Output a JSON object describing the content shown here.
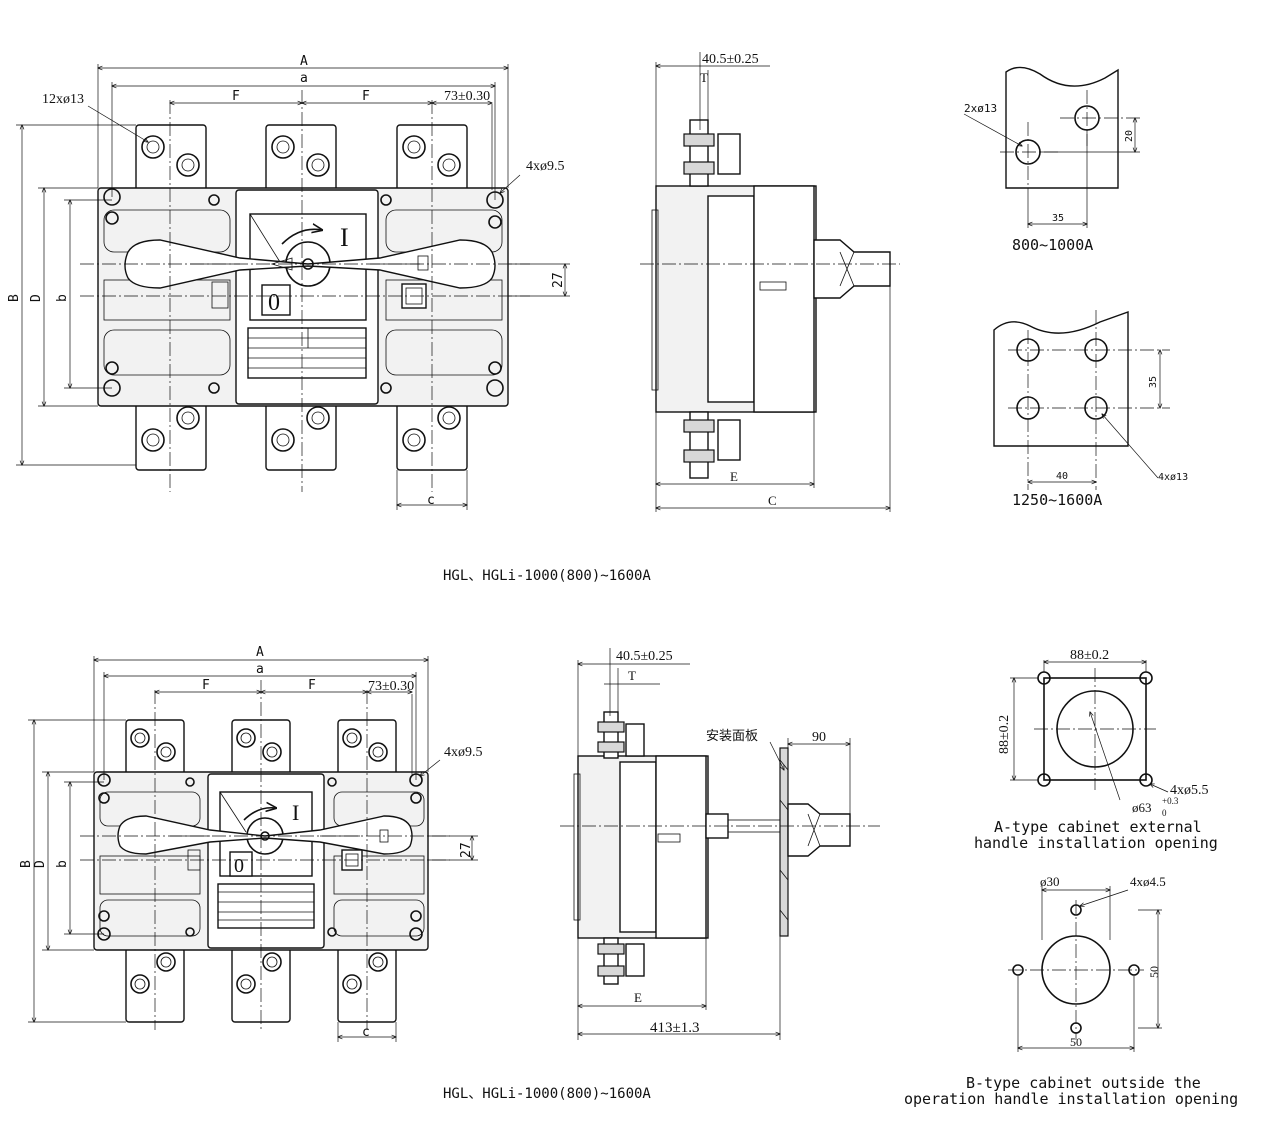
{
  "top": {
    "caption": "HGL、HGLi-1000(800)~1600A",
    "front": {
      "dims": {
        "A": "A",
        "a": "a",
        "F1": "F",
        "F2": "F",
        "pitch": "73±0.30",
        "holes12": "12xø13",
        "holes4": "4xø9.5",
        "B": "B",
        "D": "D",
        "b": "b",
        "h27": "27",
        "c": "c"
      },
      "switch": {
        "on": "I",
        "off": "0"
      }
    },
    "side": {
      "dims": {
        "top": "40.5±0.25",
        "T": "T",
        "E": "E",
        "C": "C"
      }
    },
    "busbar_800": {
      "holes": "2xø13",
      "d20": "20",
      "d35": "35",
      "caption": "800~1000A"
    },
    "busbar_1250": {
      "d35": "35",
      "d40": "40",
      "holes": "4xø13",
      "caption": "1250~1600A"
    }
  },
  "bottom": {
    "caption": "HGL、HGLi-1000(800)~1600A",
    "front": {
      "dims": {
        "A": "A",
        "a": "a",
        "F1": "F",
        "F2": "F",
        "pitch": "73±0.30",
        "holes4": "4xø9.5",
        "B": "B",
        "D": "D",
        "b": "b",
        "h27": "27",
        "c": "c"
      },
      "switch": {
        "on": "I",
        "off": "0"
      }
    },
    "side": {
      "dims": {
        "top": "40.5±0.25",
        "T": "T",
        "panel": "安装面板",
        "d90": "90",
        "E": "E",
        "total": "413±1.3"
      }
    },
    "a_type": {
      "w": "88±0.2",
      "h": "88±0.2",
      "holes": "4xø5.5",
      "dia": "ø63",
      "tol_up": "+0.3",
      "tol_dn": "0",
      "caption1": "A-type cabinet external",
      "caption2": "handle installation opening"
    },
    "b_type": {
      "dia": "ø30",
      "holes": "4xø4.5",
      "d50v": "50",
      "d50h": "50",
      "caption1": "B-type cabinet outside the",
      "caption2": "operation handle installation opening"
    }
  }
}
